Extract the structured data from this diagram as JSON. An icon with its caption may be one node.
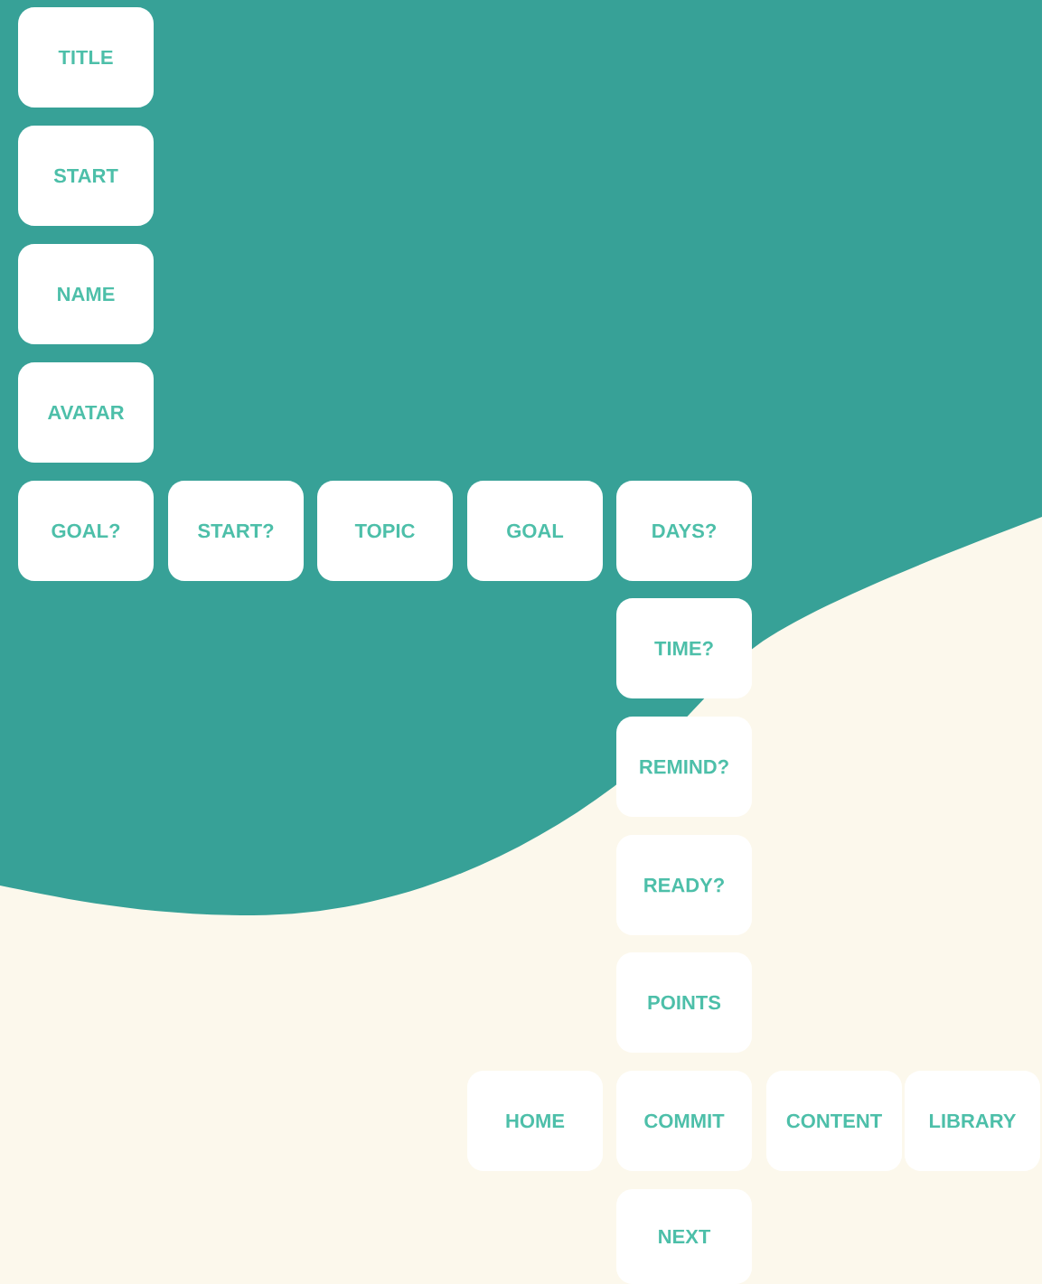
{
  "diagram": {
    "nodes": [
      {
        "text": [
          "TITLE"
        ]
      },
      {
        "text": [
          "START"
        ]
      },
      {
        "text": [
          "NAME"
        ]
      },
      {
        "text": [
          "AVATAR"
        ]
      },
      {
        "text": [
          "GOAL?"
        ]
      },
      {
        "text": [
          "START?"
        ]
      },
      {
        "text": [
          "TOPIC"
        ]
      },
      {
        "text": [
          "GOAL"
        ]
      },
      {
        "text": [
          "DAYS?"
        ]
      },
      {
        "text": [
          "TIME?"
        ]
      },
      {
        "text": [
          "REMIND?"
        ]
      },
      {
        "text": [
          "READY?"
        ]
      },
      {
        "text": [
          "POINTS"
        ]
      },
      {
        "text": [
          "HOME"
        ]
      },
      {
        "text": [
          "COMMIT"
        ]
      },
      {
        "text": [
          "CONTENT"
        ]
      },
      {
        "text": [
          "LIBRARY"
        ]
      },
      {
        "text": [
          "NEXT"
        ]
      }
    ]
  }
}
